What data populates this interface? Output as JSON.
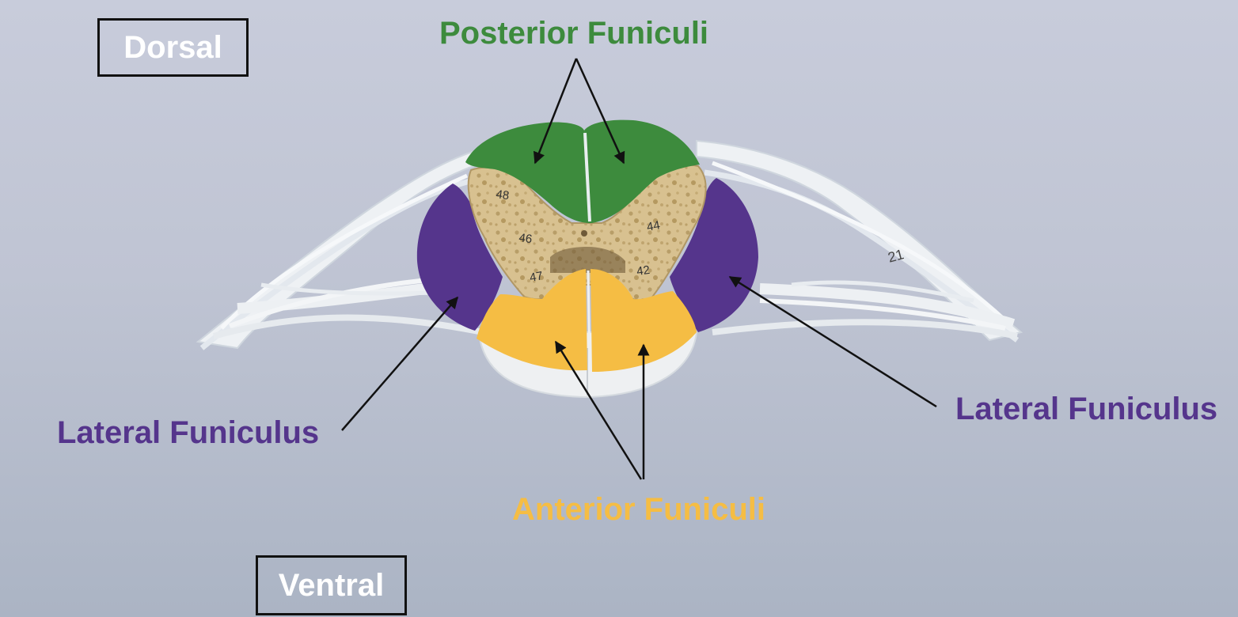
{
  "orientation": {
    "dorsal": "Dorsal",
    "ventral": "Ventral"
  },
  "labels": {
    "posterior": "Posterior Funiculi",
    "lateral_left": "Lateral Funiculus",
    "lateral_right": "Lateral Funiculus",
    "anterior": "Anterior Funiculi"
  },
  "model_numbers": {
    "left_dorsal": "48",
    "left_mid": "46",
    "left_ventral": "47",
    "right_dorsal": "44",
    "right_ventral": "42",
    "nerve_tag": "21"
  },
  "colors": {
    "posterior": "#3d8b3d",
    "lateral": "#55358c",
    "anterior": "#f5bd44",
    "gray_matter": "#d6bf8a",
    "nerve": "#eef1f4",
    "arrow": "#111111",
    "orientation_text": "#ffffff"
  }
}
